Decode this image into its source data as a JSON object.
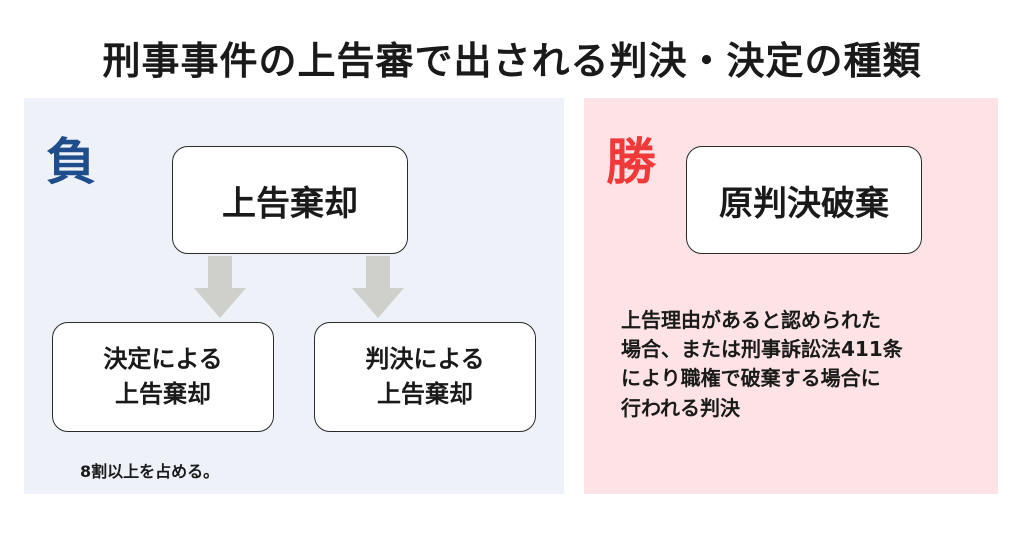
{
  "title": "刑事事件の上告審で出される判決・決定の種類",
  "left": {
    "badge": "負",
    "main_box": "上告棄却",
    "sub_boxes": [
      {
        "label": "決定による\n上告棄却"
      },
      {
        "label": "判決による\n上告棄却"
      }
    ],
    "note": "8割以上を占める。"
  },
  "right": {
    "badge": "勝",
    "main_box": "原判決破棄",
    "description": "上告理由があると認められた\n場合、または刑事訴訟法411条\nにより職権で破棄する場合に\n行われる判決"
  },
  "colors": {
    "lose_badge": "#1f4d8c",
    "win_badge": "#f03a3a",
    "left_panel_bg": "#eef2f8",
    "right_panel_bg": "#fde3e5",
    "arrow": "#cfcfcb"
  }
}
